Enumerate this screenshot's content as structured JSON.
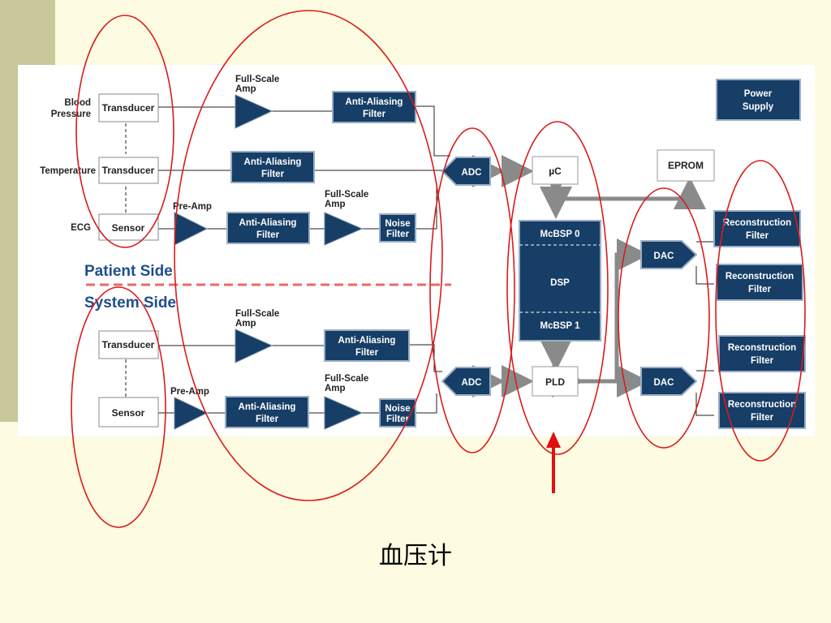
{
  "inputs": {
    "blood_pressure": [
      "Blood",
      "Pressure"
    ],
    "temperature": "Temperature",
    "ecg": "ECG",
    "transducer": "Transducer",
    "sensor": "Sensor"
  },
  "blocks": {
    "full_scale_amp": [
      "Full-Scale",
      "Amp"
    ],
    "pre_amp": "Pre-Amp",
    "anti_aliasing": [
      "Anti-Aliasing",
      "Filter"
    ],
    "noise_filter": [
      "Noise",
      "Filter"
    ],
    "adc": "ADC",
    "dac": "DAC",
    "uc": "µC",
    "pld": "PLD",
    "eprom": "EPROM",
    "power_supply": [
      "Power",
      "Supply"
    ],
    "reconstruction_filter": [
      "Reconstruction",
      "Filter"
    ],
    "dsp": "DSP",
    "mcbsp0": "McBSP 0",
    "mcbsp1": "McBSP 1"
  },
  "sections": {
    "patient_side": "Patient Side",
    "system_side": "System Side"
  },
  "colors": {
    "block_fill": "#163e66",
    "annotation_red": "#d91c1c",
    "slide_background": "#fdfbe1",
    "sidebar": "#c8c89a"
  },
  "caption": "血压计"
}
